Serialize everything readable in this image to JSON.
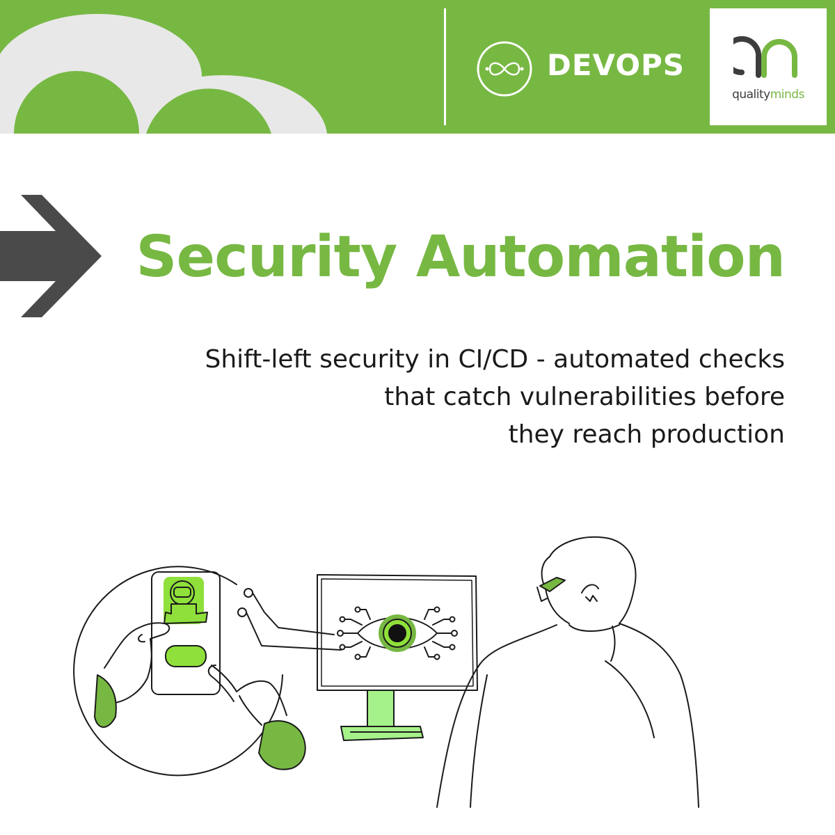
{
  "header": {
    "category_label": "DEVOPS",
    "category_icon": "infinity-loop-icon",
    "logo": {
      "word_part_1": "quality",
      "word_part_2": "minds",
      "mark_icon": "qm-monogram-logo"
    }
  },
  "main": {
    "title": "Security Automation",
    "subtitle_lines": [
      "Shift-left security in CI/CD - automated checks",
      "that catch vulnerabilities before",
      "they reach production"
    ]
  },
  "colors": {
    "brand_green": "#77b843",
    "highlight_green": "#8fe03a",
    "arrow_gray": "#4a4a4a",
    "arc_gray": "#e8e8e8",
    "text_dark": "#1a1a1a"
  }
}
